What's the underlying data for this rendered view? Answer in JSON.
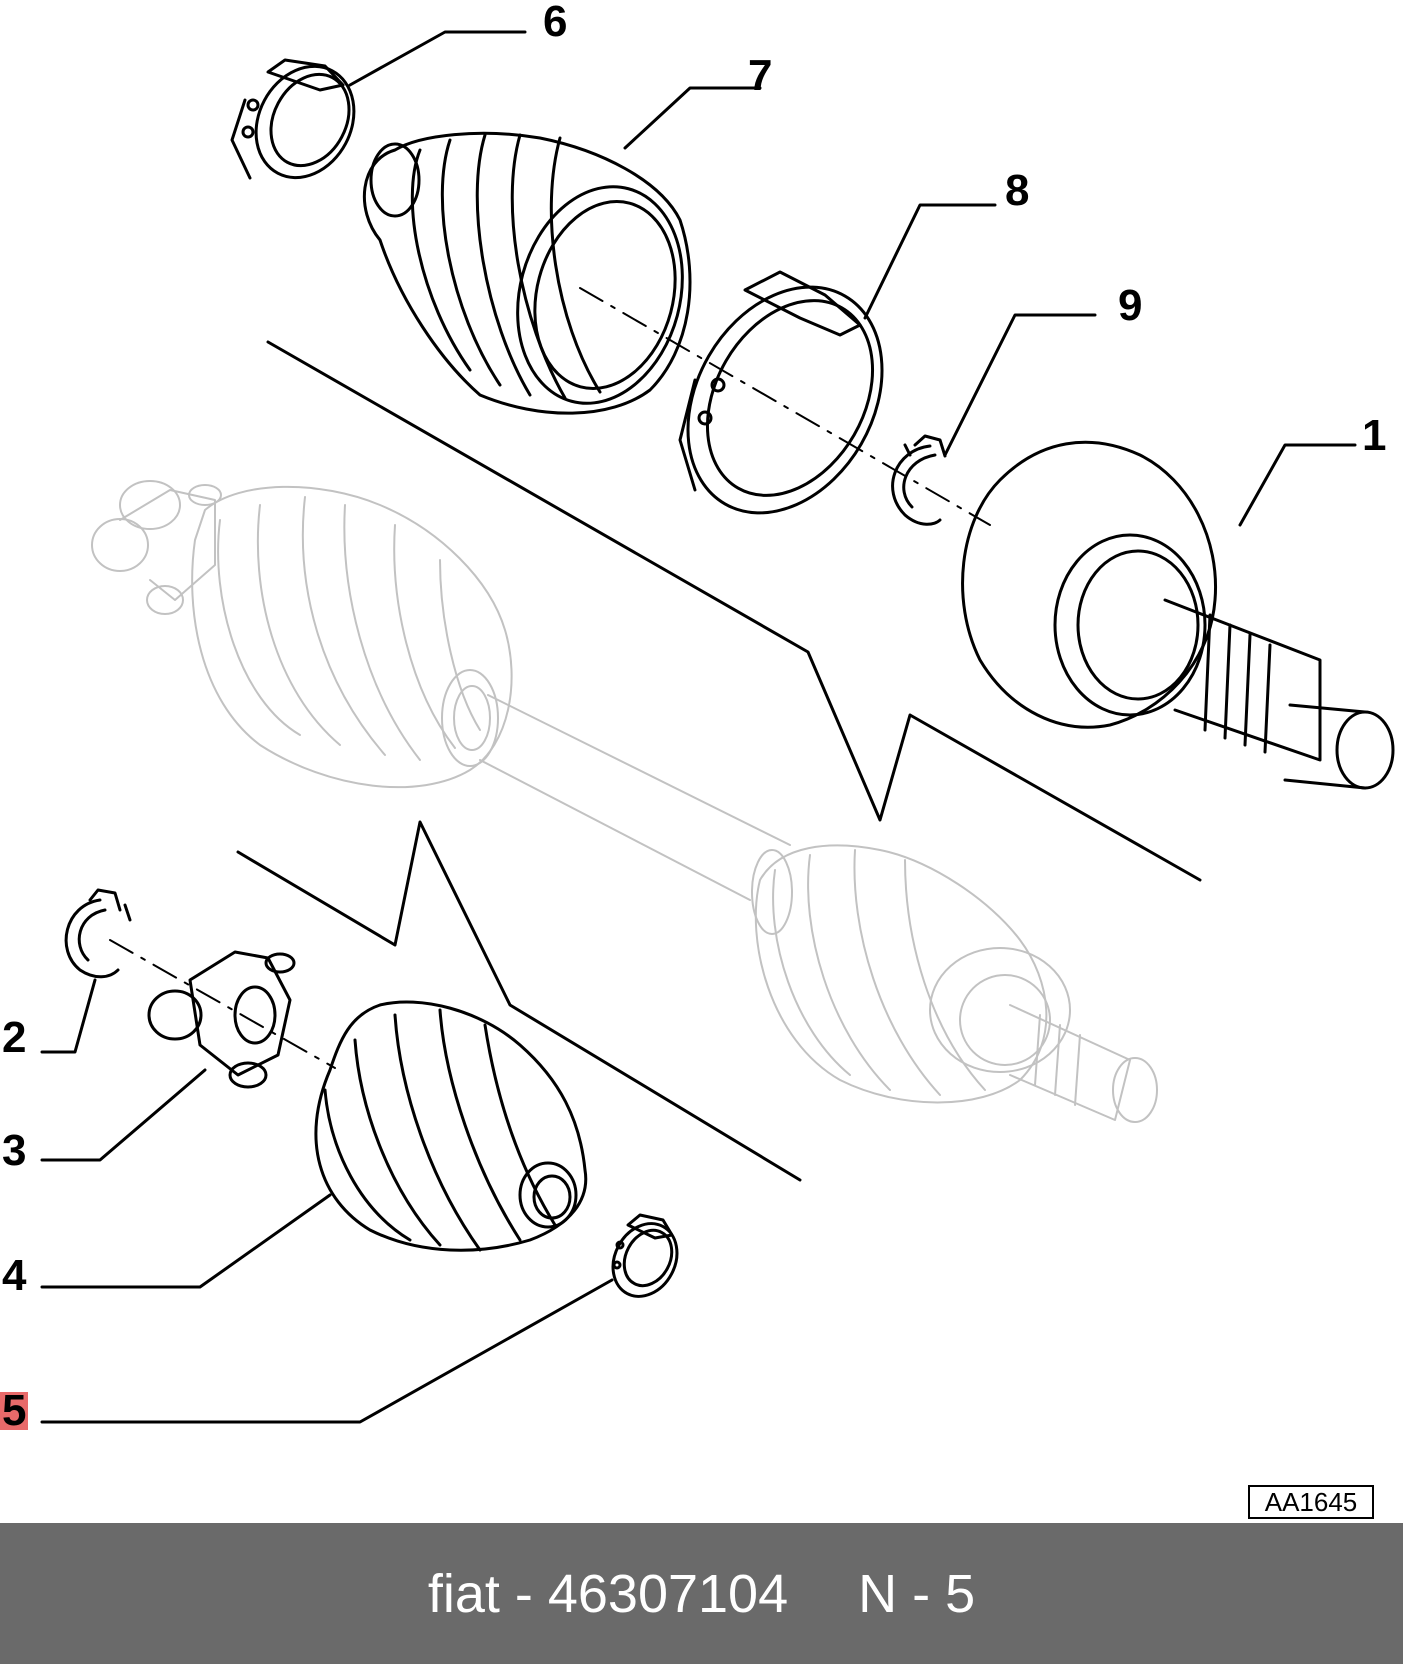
{
  "diagram": {
    "callouts": [
      {
        "id": "1",
        "label": "1"
      },
      {
        "id": "2",
        "label": "2"
      },
      {
        "id": "3",
        "label": "3"
      },
      {
        "id": "4",
        "label": "4"
      },
      {
        "id": "5",
        "label": "5",
        "highlighted": true
      },
      {
        "id": "6",
        "label": "6"
      },
      {
        "id": "7",
        "label": "7"
      },
      {
        "id": "8",
        "label": "8"
      },
      {
        "id": "9",
        "label": "9"
      }
    ],
    "reference_code": "AA1645",
    "highlight_color": "#e86a6a"
  },
  "footer": {
    "part_text": "fiat - 46307104",
    "position_text": "N - 5",
    "background_color": "#6a6a6a"
  }
}
